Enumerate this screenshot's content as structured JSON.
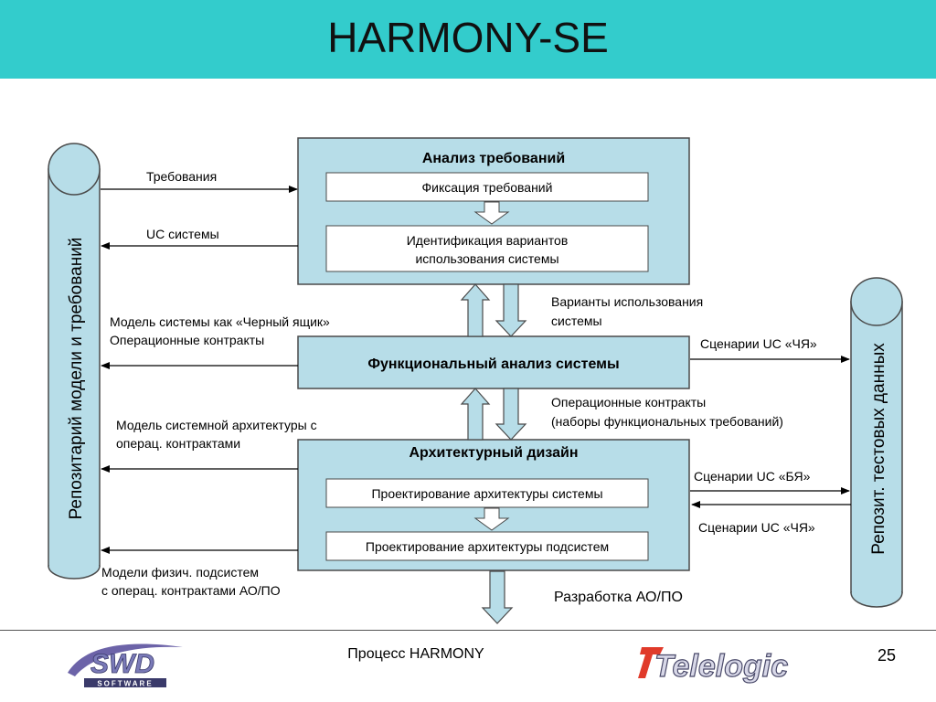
{
  "header": {
    "title": "HARMONY-SE"
  },
  "colors": {
    "header_bg": "#33cccc",
    "box_fill": "#b7dde8",
    "box_stroke": "#4a4a4a",
    "arrow_fill": "#b7dde8"
  },
  "repositories": {
    "left": "Репозитарий модели и требований",
    "right": "Репозит. тестовых данных"
  },
  "boxes": {
    "requirements": {
      "title": "Анализ требований",
      "step1": "Фиксация требований",
      "step2_line1": "Идентификация вариантов",
      "step2_line2": "использования системы"
    },
    "functional": {
      "title": "Функциональный анализ системы"
    },
    "architecture": {
      "title": "Архитектурный дизайн",
      "step1": "Проектирование архитектуры системы",
      "step2": "Проектирование архитектуры подсистем"
    }
  },
  "labels": {
    "requirements": "Требования",
    "uc_system": "UC системы",
    "blackbox_line1": "Модель системы как «Черный ящик»",
    "blackbox_line2": "Операционные контракты",
    "sysarch_line1": "Модель системной архитектуры с",
    "sysarch_line2": "операц. контрактами",
    "physical_line1": "Модели физич. подсистем",
    "physical_line2": "с операц. контрактами АО/ПО",
    "use_cases_line1": "Варианты использования",
    "use_cases_line2": "системы",
    "scen_bb_1": "Сценарии UC «ЧЯ»",
    "op_contracts_line1": "Операционные контракты",
    "op_contracts_line2": "(наборы функциональных требований)",
    "scen_wb": "Сценарии UC «БЯ»",
    "scen_bb_2": "Сценарии UC «ЧЯ»",
    "development": "Разработка АО/ПО"
  },
  "footer": {
    "process": "Процесс HARMONY",
    "page_number": "25",
    "logo_left_main": "SWD",
    "logo_left_sub": "SOFTWARE",
    "logo_right": "Telelogic"
  }
}
